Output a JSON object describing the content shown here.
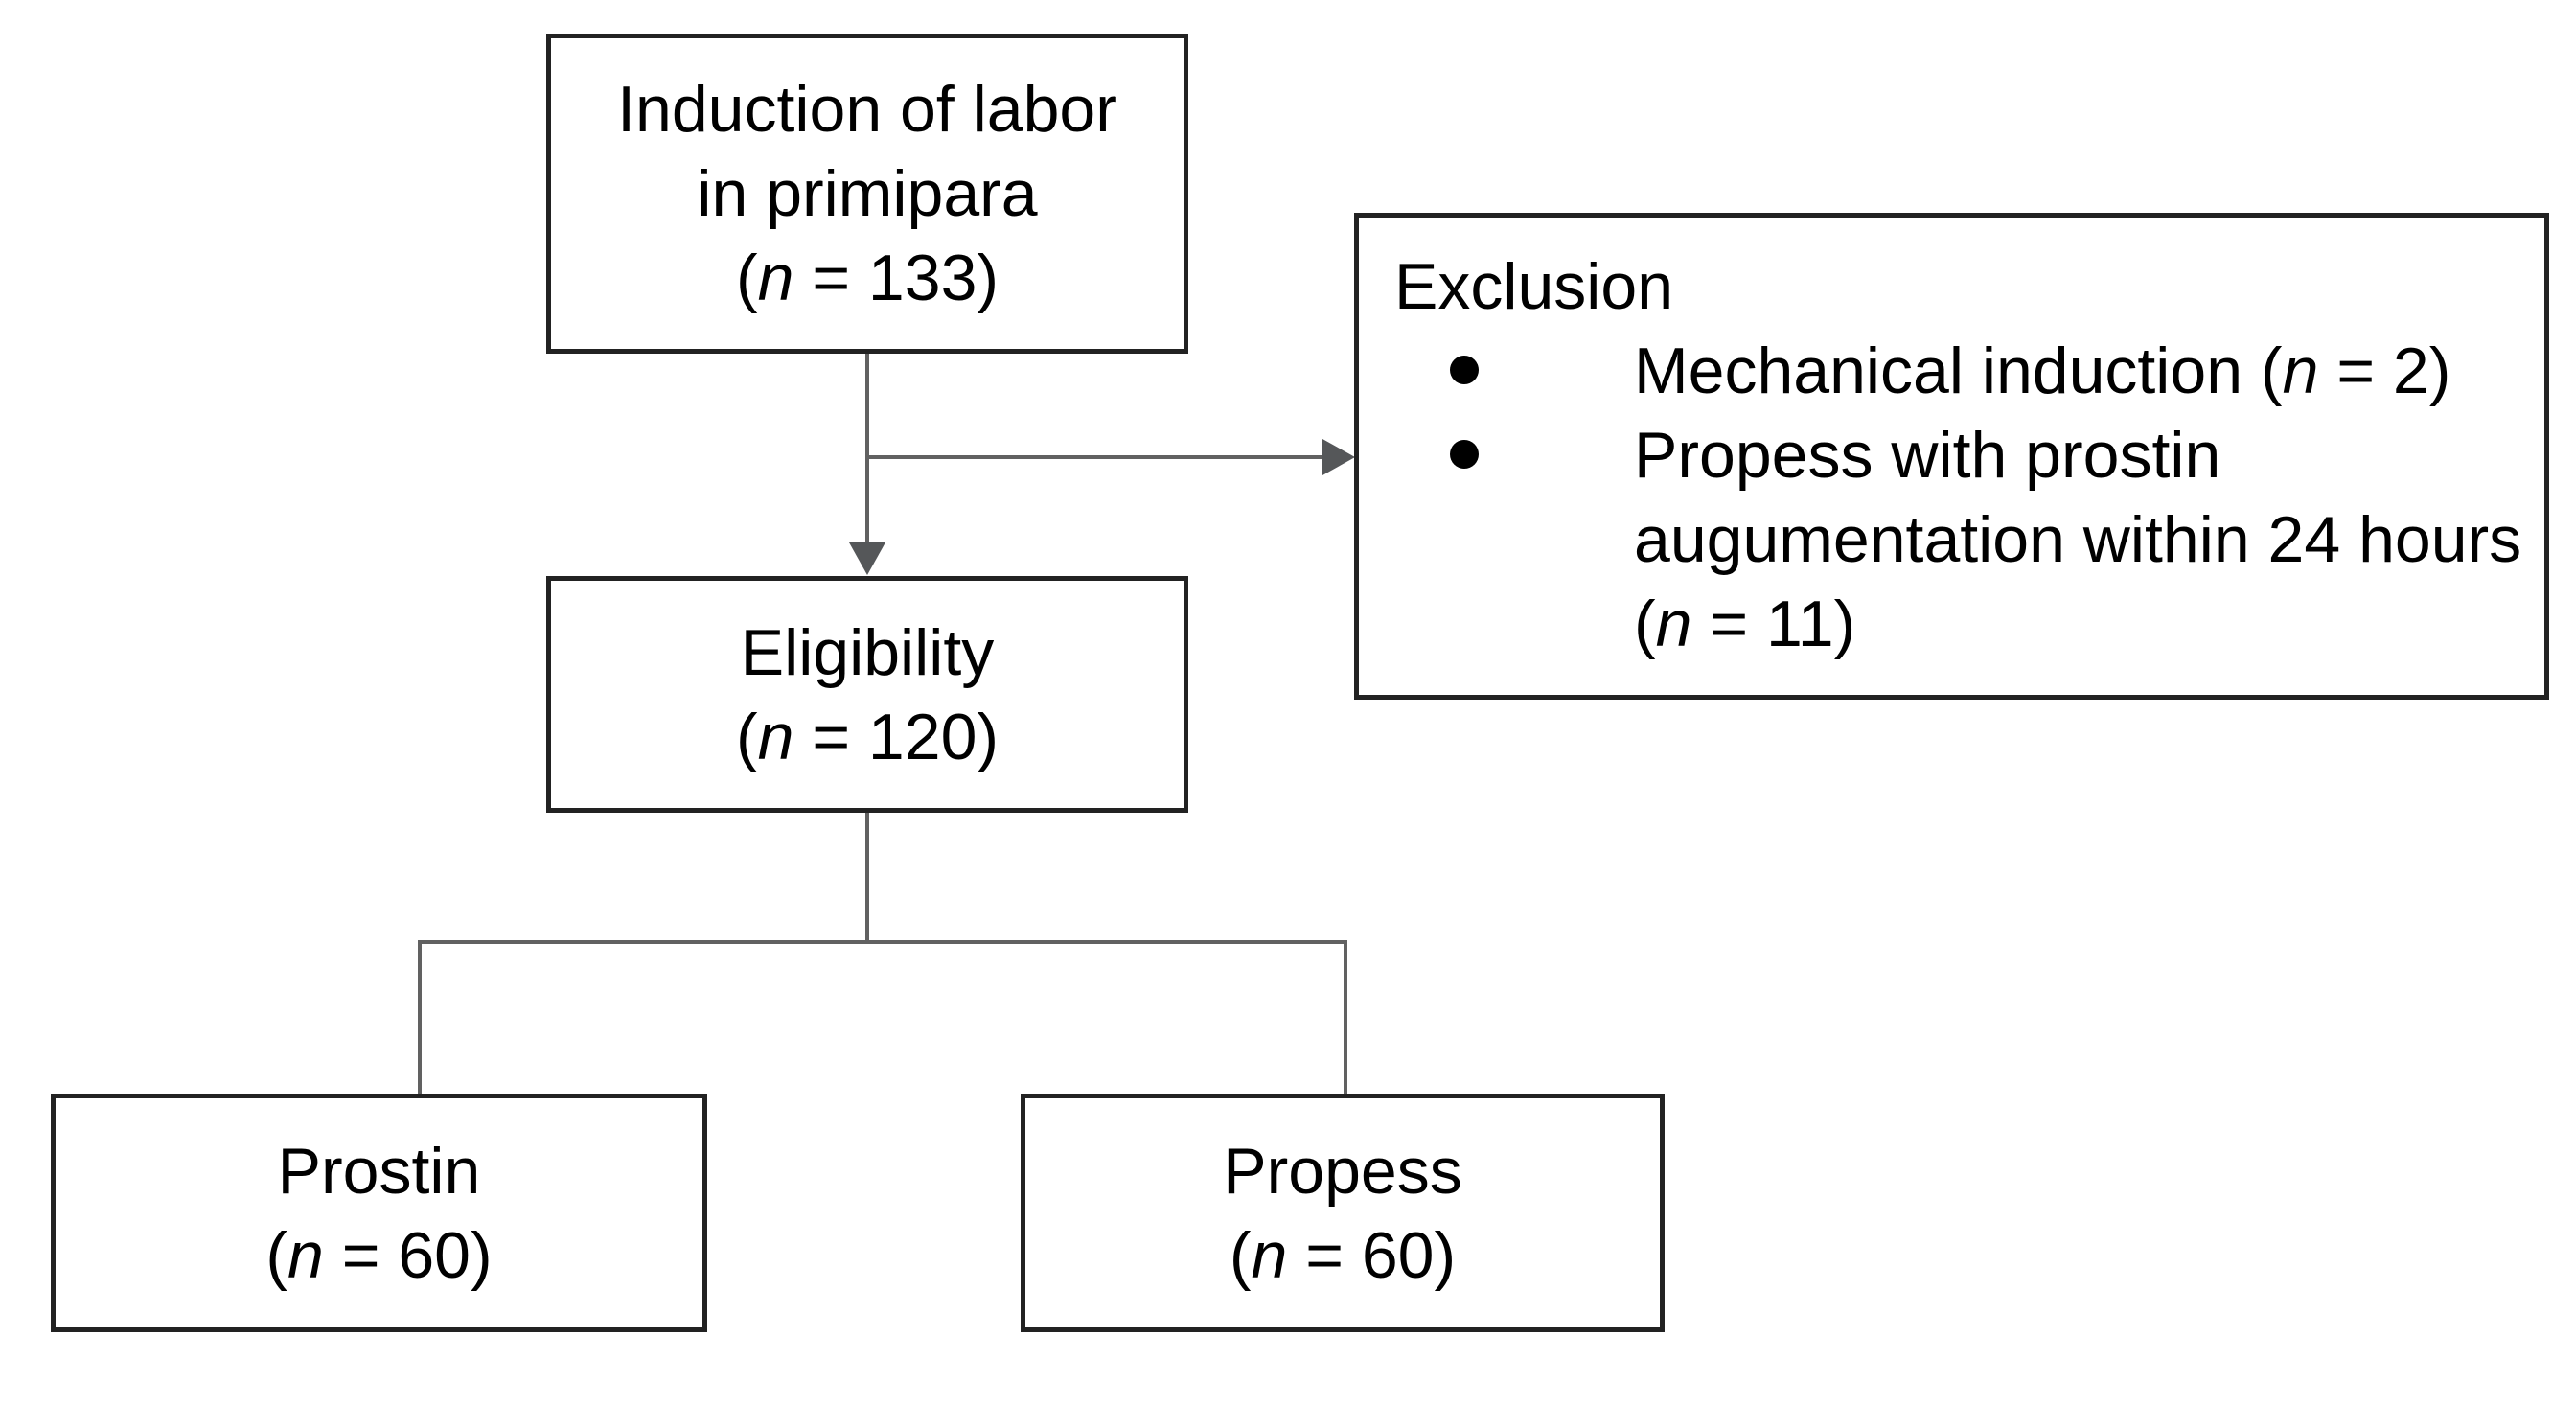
{
  "diagram": {
    "type": "study-flow",
    "boxes": {
      "induction": {
        "lines": [
          "Induction of labor",
          "in primipara",
          "(n = 133)"
        ]
      },
      "exclusion": {
        "title": "Exclusion",
        "bullets": [
          {
            "lines": [
              "Mechanical induction (n = 2)"
            ]
          },
          {
            "lines": [
              "Propess with prostin",
              "augumentation within 24 hours",
              "(n = 11)"
            ]
          }
        ]
      },
      "eligibility": {
        "lines": [
          "Eligibility",
          "(n = 120)"
        ]
      },
      "prostin": {
        "lines": [
          "Prostin",
          "(n = 60)"
        ]
      },
      "propess": {
        "lines": [
          "Propess",
          "(n = 60)"
        ]
      }
    },
    "colors": {
      "background": "#ffffff",
      "text": "#000000",
      "box_border": "#222222",
      "connector": "#616161",
      "arrowhead": "#555759"
    }
  }
}
